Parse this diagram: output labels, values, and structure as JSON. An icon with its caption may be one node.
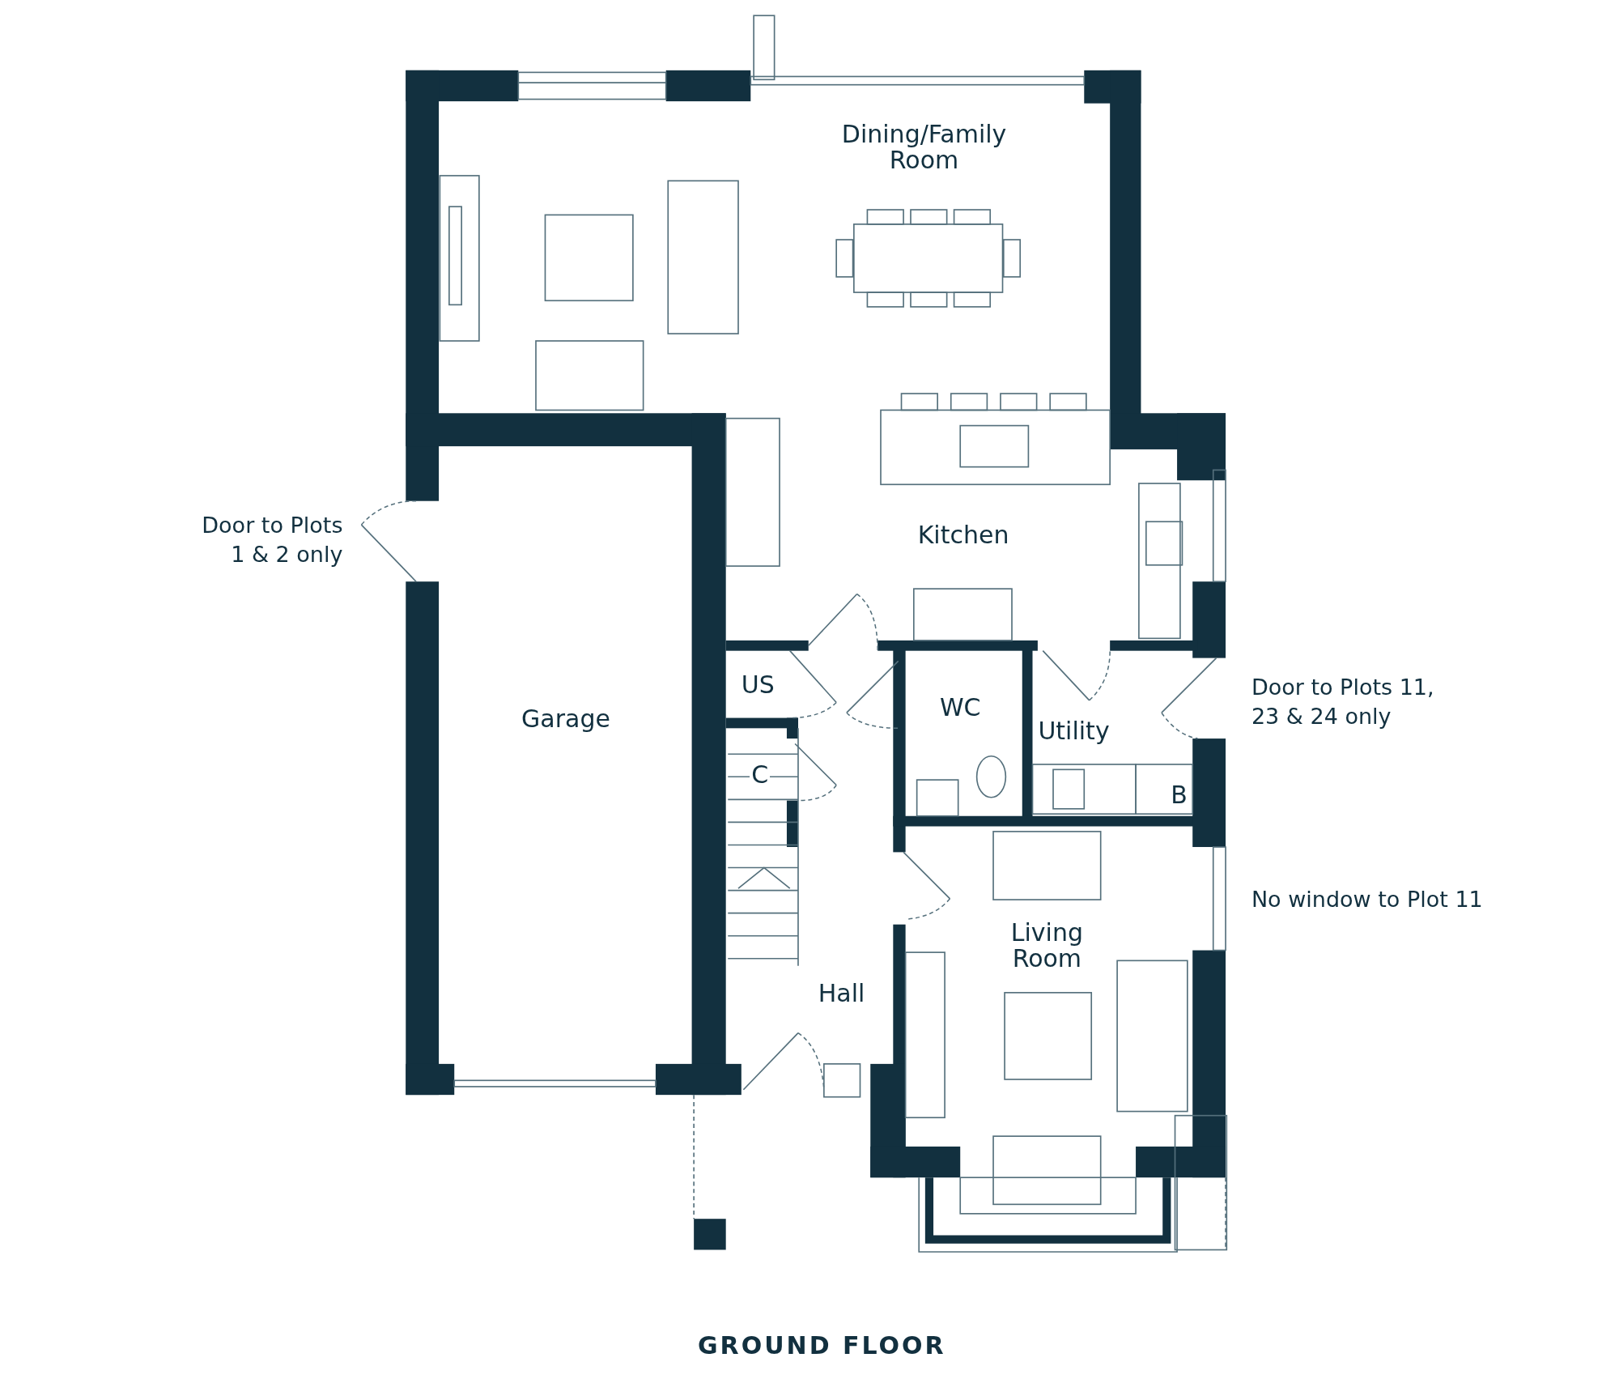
{
  "diagram": {
    "title": "GROUND FLOOR",
    "labels": [
      "Dining/Family Room",
      "Door to Plots 1 & 2 only",
      "Kitchen",
      "US",
      "WC",
      "Utility",
      "Door to Plots 11, 23 & 24 only",
      "Garage",
      "C",
      "B",
      "No window to Plot 11",
      "Living Room",
      "Hall"
    ]
  }
}
